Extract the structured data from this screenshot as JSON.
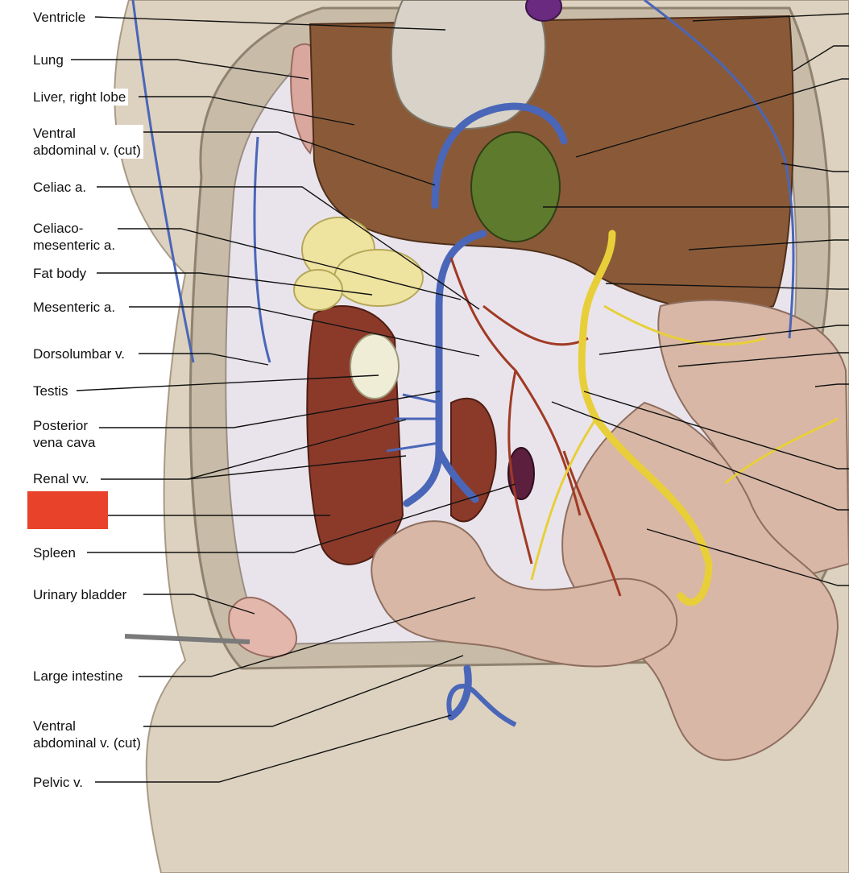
{
  "diagram": {
    "labels": [
      {
        "id": "ventricle",
        "lines": [
          "Ventricle"
        ]
      },
      {
        "id": "lung",
        "lines": [
          "Lung"
        ]
      },
      {
        "id": "liver-right-lobe",
        "lines": [
          "Liver, right lobe"
        ]
      },
      {
        "id": "ventral-abdominal-v-upper",
        "lines": [
          "Ventral",
          "abdominal v. (cut)"
        ]
      },
      {
        "id": "celiac-a",
        "lines": [
          "Celiac a."
        ]
      },
      {
        "id": "celiacomesenteric-a",
        "lines": [
          "Celiaco-",
          "mesenteric a."
        ]
      },
      {
        "id": "fat-body",
        "lines": [
          "Fat body"
        ]
      },
      {
        "id": "mesenteric-a",
        "lines": [
          "Mesenteric a."
        ]
      },
      {
        "id": "dorsolumbar-v",
        "lines": [
          "Dorsolumbar v."
        ]
      },
      {
        "id": "testis",
        "lines": [
          "Testis"
        ]
      },
      {
        "id": "posterior-vena-cava",
        "lines": [
          "Posterior",
          "vena cava"
        ]
      },
      {
        "id": "renal-vv",
        "lines": [
          "Renal vv."
        ]
      },
      {
        "id": "spleen",
        "lines": [
          "Spleen"
        ]
      },
      {
        "id": "urinary-bladder",
        "lines": [
          "Urinary bladder"
        ]
      },
      {
        "id": "large-intestine",
        "lines": [
          "Large intestine"
        ]
      },
      {
        "id": "ventral-abdominal-v-lower",
        "lines": [
          "Ventral",
          "abdominal v. (cut)"
        ]
      },
      {
        "id": "pelvic-v",
        "lines": [
          "Pelvic v."
        ]
      }
    ],
    "redacted_label_color": "#E8432A",
    "colors": {
      "skin": "#d9cdbb",
      "liver": "#8a5a38",
      "kidney": "#8b3a2a",
      "vein": "#4a66b8",
      "artery": "#a03a24",
      "nerve_yellow": "#e8cf3a",
      "fat": "#efe3a0",
      "gall_bladder": "#5e7a2c",
      "intestine": "#d8b7a6",
      "heart": "#d8d2c8",
      "spleen": "#5d1f3e",
      "mesentery": "#e6e2f0"
    }
  }
}
